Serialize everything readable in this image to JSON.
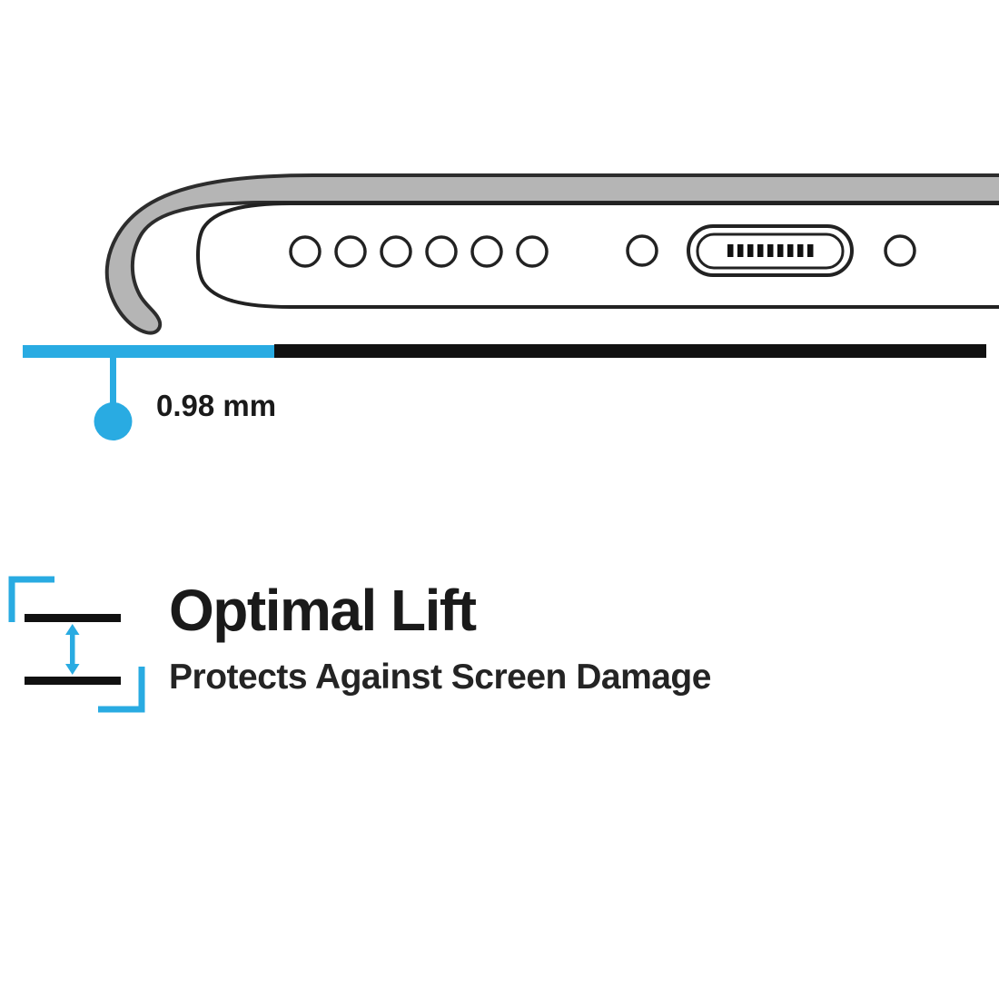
{
  "colors": {
    "accent": "#29ABE2",
    "ink": "#1a1a1a",
    "case_gray": "#b5b5b5",
    "outline": "#2d2d2d"
  },
  "diagram": {
    "name": "phone-case-bottom-edge-cross-section",
    "speaker_hole_count": 6,
    "measurement_label": "0.98 mm"
  },
  "feature": {
    "title": "Optimal Lift",
    "subtitle": "Protects Against Screen Damage"
  }
}
